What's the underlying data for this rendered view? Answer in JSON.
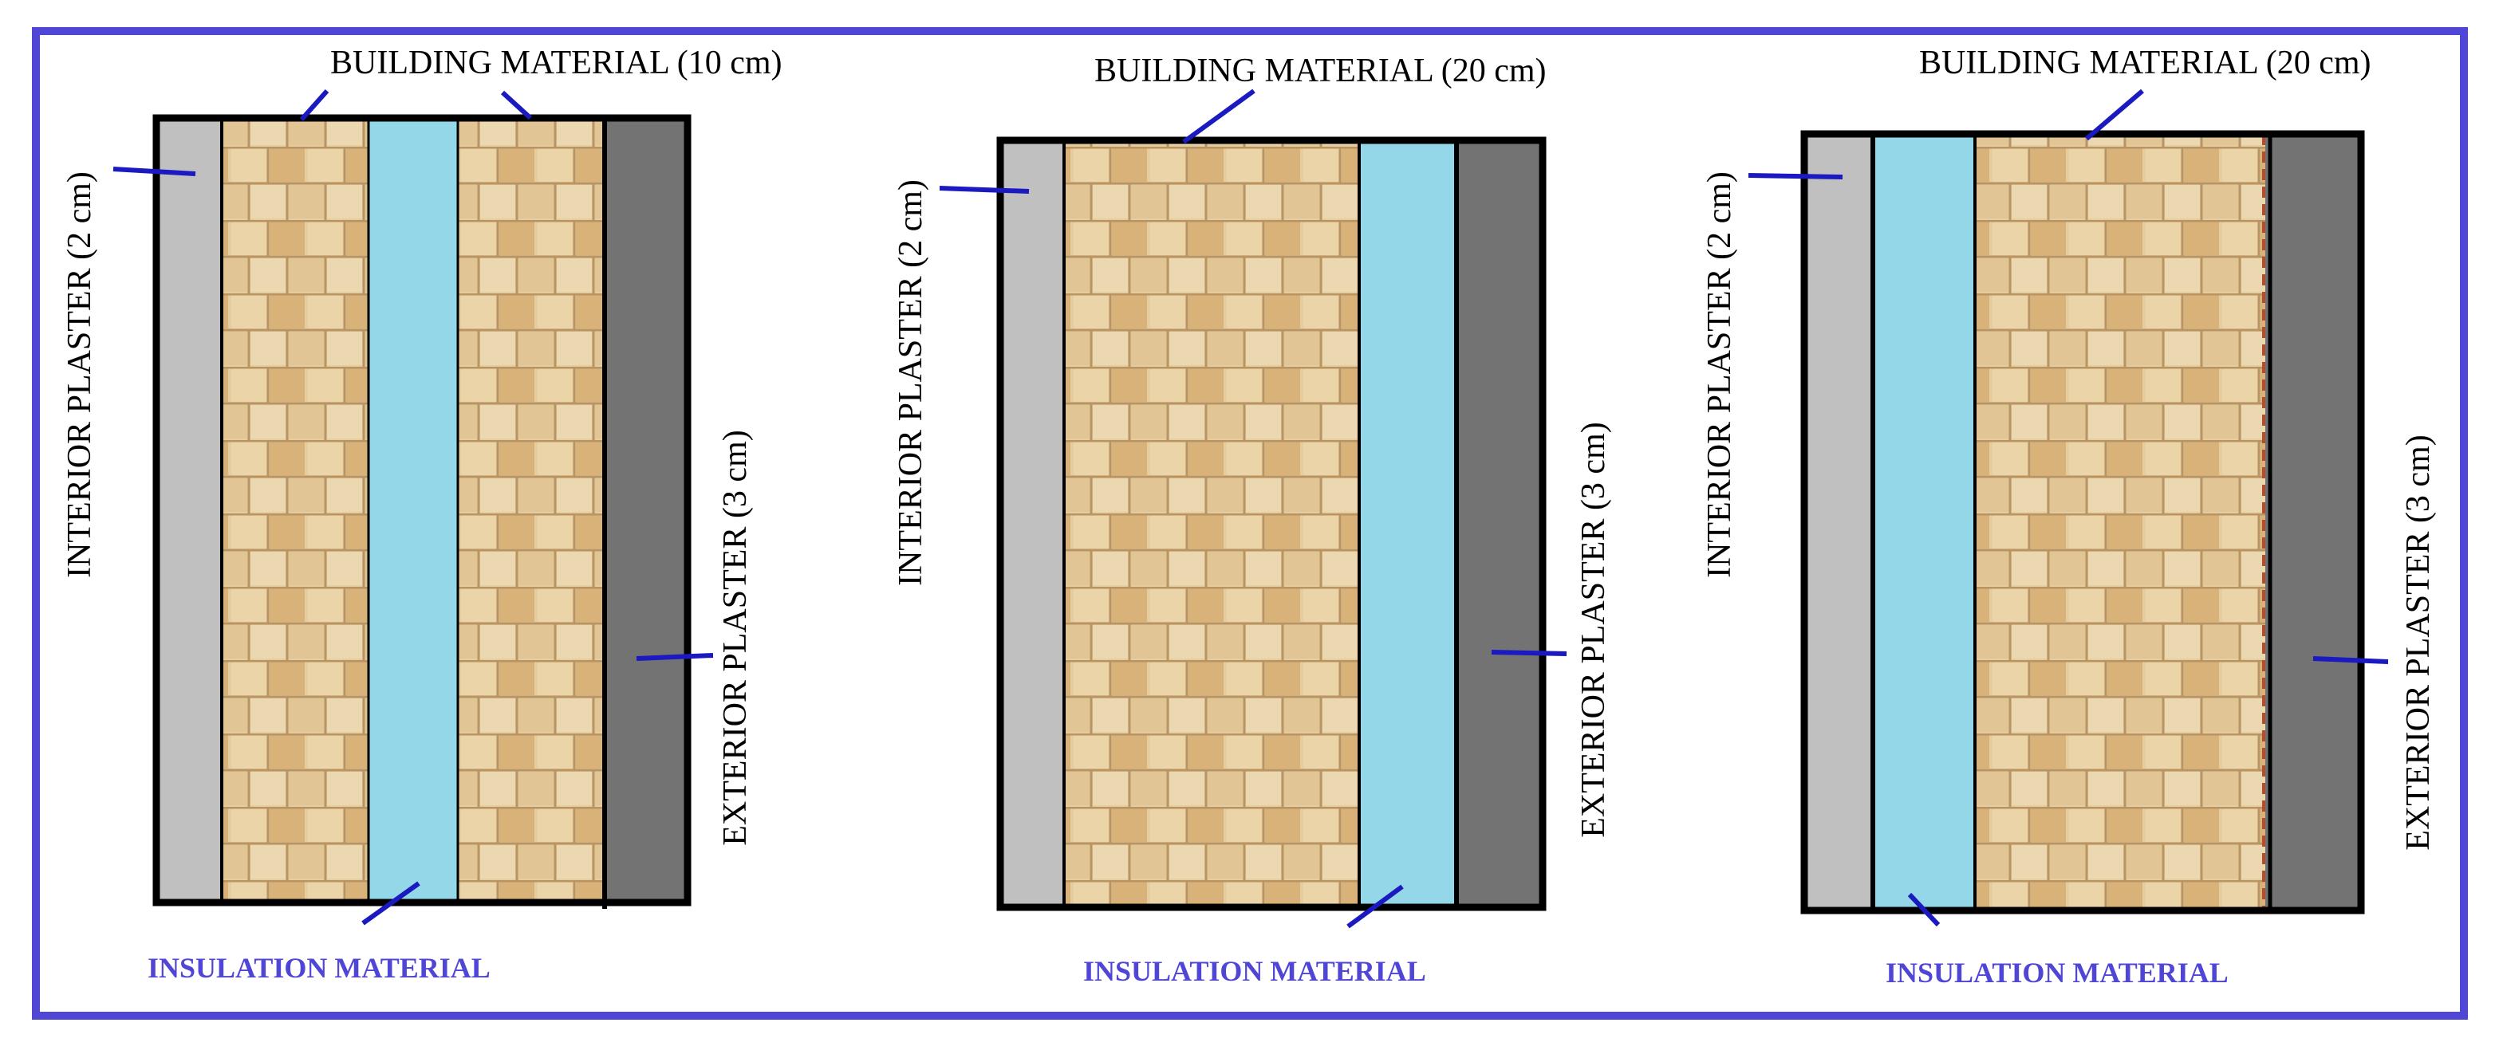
{
  "labels": {
    "building_10": "BUILDING MATERIAL  (10 cm)",
    "building_20": "BUILDING MATERIAL (20 cm)",
    "interior": "INTERIOR   PLASTER (2 cm)",
    "exterior": "EXTERIOR   PLASTER (3 cm)",
    "insulation": "INSULATION MATERIAL"
  },
  "colors": {
    "frame": "#5046d6",
    "interior_plaster": "#c0c0c0",
    "exterior_plaster": "#737373",
    "insulation": "#93d7e8",
    "brick": "#e6cda0",
    "brick_dark": "#d4a060",
    "leader": "#1a1ac0",
    "outline": "#000000"
  }
}
